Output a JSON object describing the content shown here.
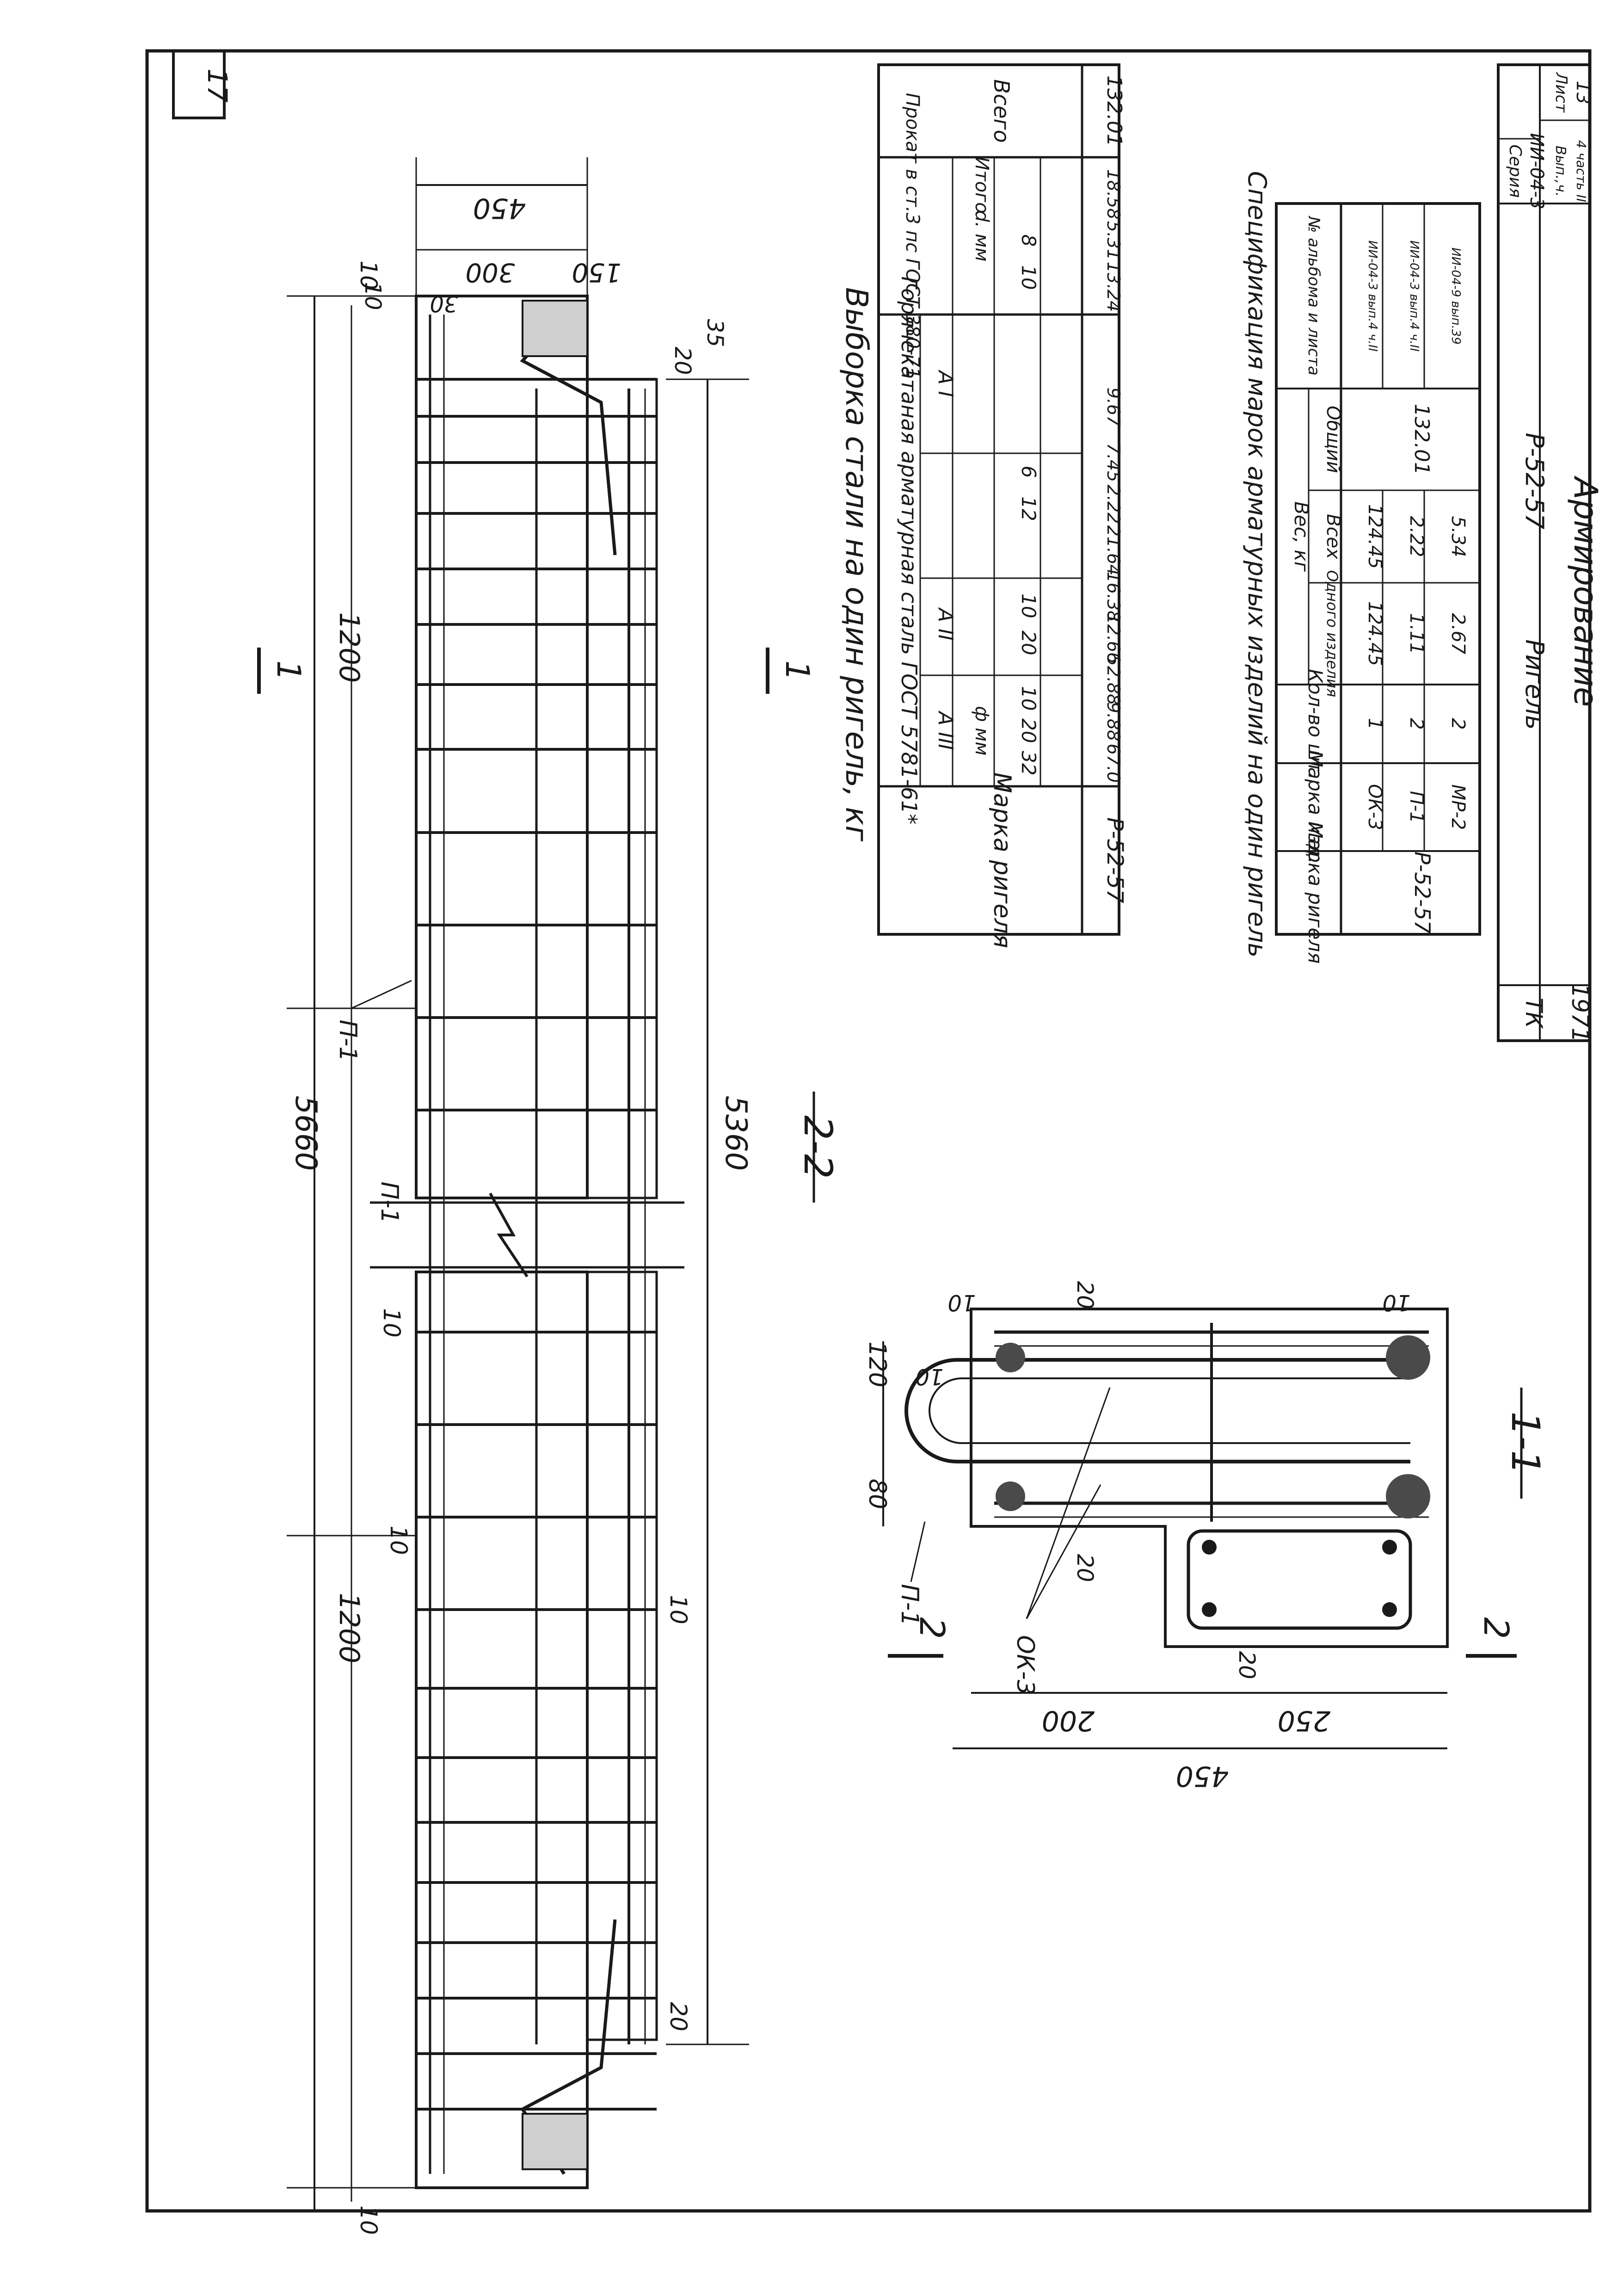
{
  "sheet": {
    "number": "17"
  },
  "drawing": {
    "section_mark": "1",
    "section_view_label": "2-2",
    "cross_section_label": "1-1",
    "cut_mark": "2",
    "dim_overall": "5660",
    "dim_inner": "5360",
    "dim_middle": "1200",
    "dim_width": "450",
    "dim_part_a": "300",
    "dim_part_b": "150",
    "dim_30": "30",
    "dim_10": "10",
    "dim_35": "35",
    "dim_20": "20",
    "dim_120": "120",
    "dim_80": "80",
    "dim_200": "200",
    "dim_250": "250",
    "mark_p1": "П-1",
    "mark_ok3": "ОК-3"
  },
  "steel_table": {
    "title": "Выборка стали на один ригель, кг",
    "col_mark": "Марка ригеля",
    "group_hot": "Горячекатаная арматурная сталь ГОСТ 5781-61*",
    "group_rolled": "Прокат в ст.3 пс ГОСТ 380-71",
    "col_total": "Всего",
    "class_a3": "А III",
    "class_a2": "А II",
    "class_a1": "А I",
    "dia_head": "ф мм",
    "d_head": "d. мм",
    "sum_head": "Итого",
    "dias": [
      "32",
      "20",
      "10",
      "20",
      "10",
      "12",
      "6",
      "10",
      "8"
    ],
    "row": {
      "mark": "Р-52-57",
      "a3": [
        "67.0",
        "9.88",
        "52.88"
      ],
      "a2": [
        "12.66",
        "16.38",
        "21.64"
      ],
      "a1": [
        "2.22",
        "7.45",
        "9.67"
      ],
      "rolled": [
        "13.24",
        "5.31",
        "18.58"
      ],
      "total": "132.01"
    }
  },
  "spec_table": {
    "title": "Спецификация марок арматурных изделий на один ригель",
    "h_mark": "Марка ригеля",
    "h_item": "Марка изд.",
    "h_qty": "Кол-во шт.",
    "h_weight": "Вес, кг",
    "h_one": "Одного изделия",
    "h_all": "Всех",
    "h_total": "Общий",
    "h_album": "№ альбома и листа",
    "mark": "Р-52-57",
    "total": "132.01",
    "rows": [
      {
        "item": "ОК-3",
        "qty": "1",
        "one": "124.45",
        "all": "124.45",
        "album": "ИИ-04-3 вып.4 ч.II"
      },
      {
        "item": "П-1",
        "qty": "2",
        "one": "1.11",
        "all": "2.22",
        "album": "ИИ-04-3 вып.4 ч.II"
      },
      {
        "item": "МР-2",
        "qty": "2",
        "one": "2.67",
        "all": "5.34",
        "album": "ИИ-04-9 вып.39"
      }
    ]
  },
  "title_block": {
    "org": "ТК",
    "year": "1971",
    "element": "Ригель",
    "mark": "Р-52-57",
    "name": "Армирование",
    "series_label": "Серия",
    "series": "ИИ-04-3",
    "issue_label": "Вып.,ч.",
    "issue": "4 часть II",
    "sheet_label": "Лист",
    "sheet": "13"
  }
}
